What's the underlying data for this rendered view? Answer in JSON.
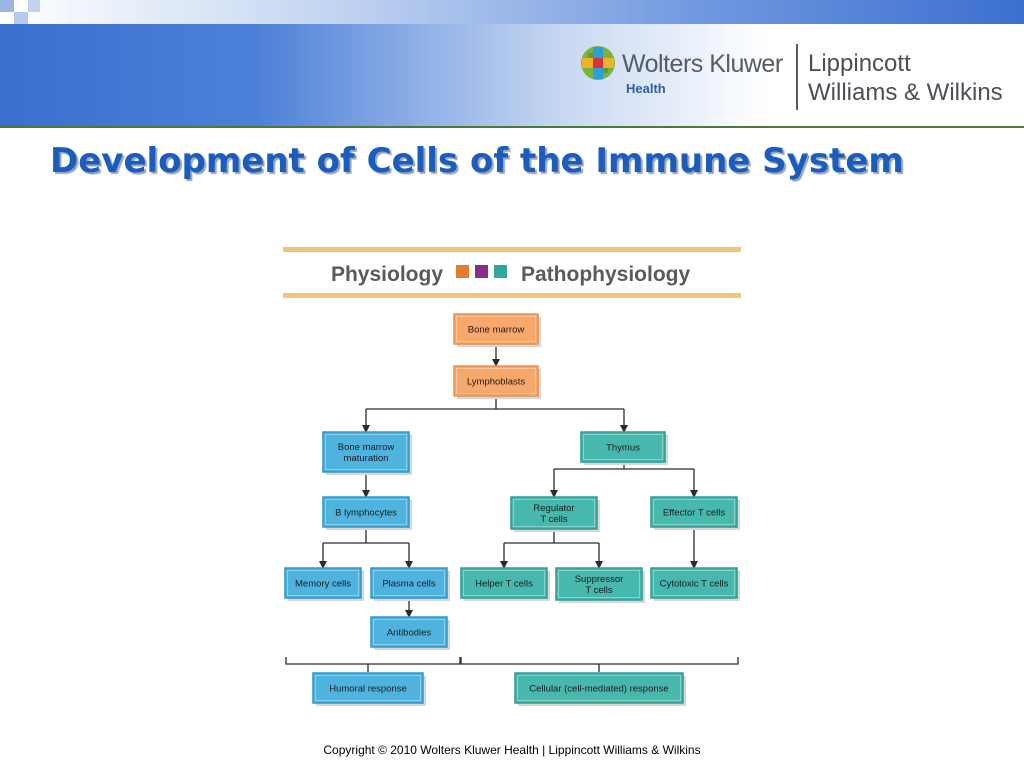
{
  "header": {
    "brand_name": "Wolters Kluwer",
    "brand_sub": "Health",
    "partner_line1": "Lippincott",
    "partner_line2": "Williams & Wilkins"
  },
  "slide": {
    "title": "Development of Cells of the Immune System"
  },
  "figure": {
    "banner_left": "Physiology",
    "banner_right": "Pathophysiology",
    "banner_square_colors": [
      "#e37d2c",
      "#8c2a87",
      "#2fa6a0"
    ],
    "nodes": [
      {
        "id": "bone-marrow",
        "label": "Bone marrow",
        "color": "orange"
      },
      {
        "id": "lymphoblasts",
        "label": "Lymphoblasts",
        "color": "orange"
      },
      {
        "id": "bone-marrow-maturation",
        "label": "Bone marrow\nmaturation",
        "color": "blue"
      },
      {
        "id": "thymus",
        "label": "Thymus",
        "color": "teal"
      },
      {
        "id": "b-lymphocytes",
        "label": "B lymphocytes",
        "color": "blue"
      },
      {
        "id": "regulator-t-cells",
        "label": "Regulator\nT  cells",
        "color": "teal"
      },
      {
        "id": "effector-t-cells",
        "label": "Effector T  cells",
        "color": "teal"
      },
      {
        "id": "memory-cells",
        "label": "Memory cells",
        "color": "blue"
      },
      {
        "id": "plasma-cells",
        "label": "Plasma cells",
        "color": "blue"
      },
      {
        "id": "helper-t-cells",
        "label": "Helper T cells",
        "color": "teal"
      },
      {
        "id": "suppressor-t-cells",
        "label": "Suppressor\nT cells",
        "color": "teal"
      },
      {
        "id": "cytotoxic-t-cells",
        "label": "Cytotoxic T cells",
        "color": "teal"
      },
      {
        "id": "antibodies",
        "label": "Antibodies",
        "color": "blue"
      },
      {
        "id": "humoral-response",
        "label": "Humoral response",
        "color": "blue"
      },
      {
        "id": "cellular-response",
        "label": "Cellular (cell-mediated) response",
        "color": "teal"
      }
    ],
    "palette": {
      "orange": {
        "fill": "#f7a86a",
        "shadow": "#d7d7d7",
        "edge": "#e8904e"
      },
      "blue": {
        "fill": "#4fb3df",
        "shadow": "#d7d7d7",
        "edge": "#2f97c8"
      },
      "teal": {
        "fill": "#47b8ad",
        "shadow": "#d7d7d7",
        "edge": "#2e9c92"
      }
    }
  },
  "footer": {
    "copyright": "Copyright © 2010 Wolters Kluwer Health | Lippincott Williams & Wilkins"
  }
}
